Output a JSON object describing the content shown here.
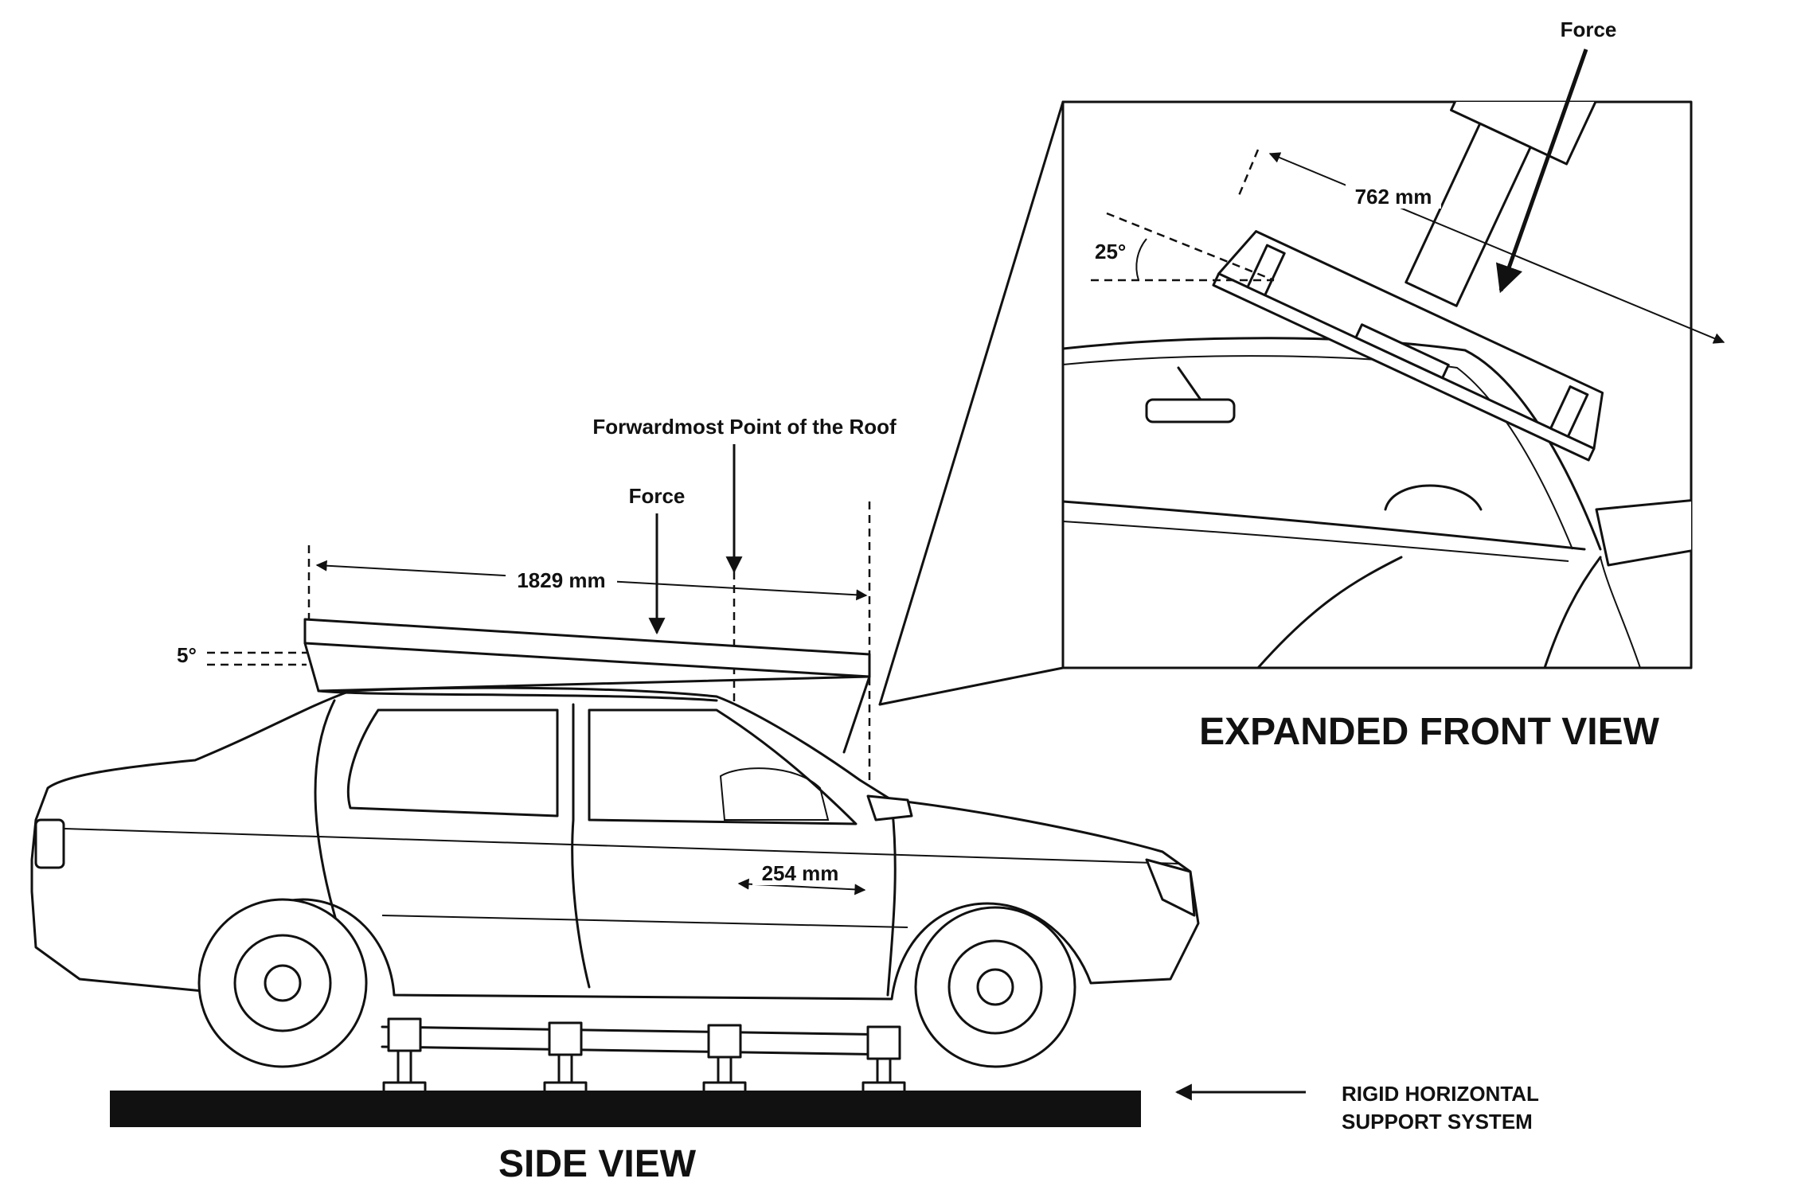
{
  "labels": {
    "force_top": "Force",
    "dim_762": "762 mm",
    "angle_25": "25°",
    "forwardmost": "Forwardmost Point of the Roof",
    "force_side": "Force",
    "dim_1829": "1829 mm",
    "angle_5": "5°",
    "dim_254": "254 mm",
    "expanded_front_view": "EXPANDED FRONT VIEW",
    "side_view": "SIDE VIEW",
    "rigid_line1": "RIGID HORIZONTAL",
    "rigid_line2": "SUPPORT SYSTEM"
  },
  "colors": {
    "ink": "#111111",
    "paper": "#ffffff"
  }
}
